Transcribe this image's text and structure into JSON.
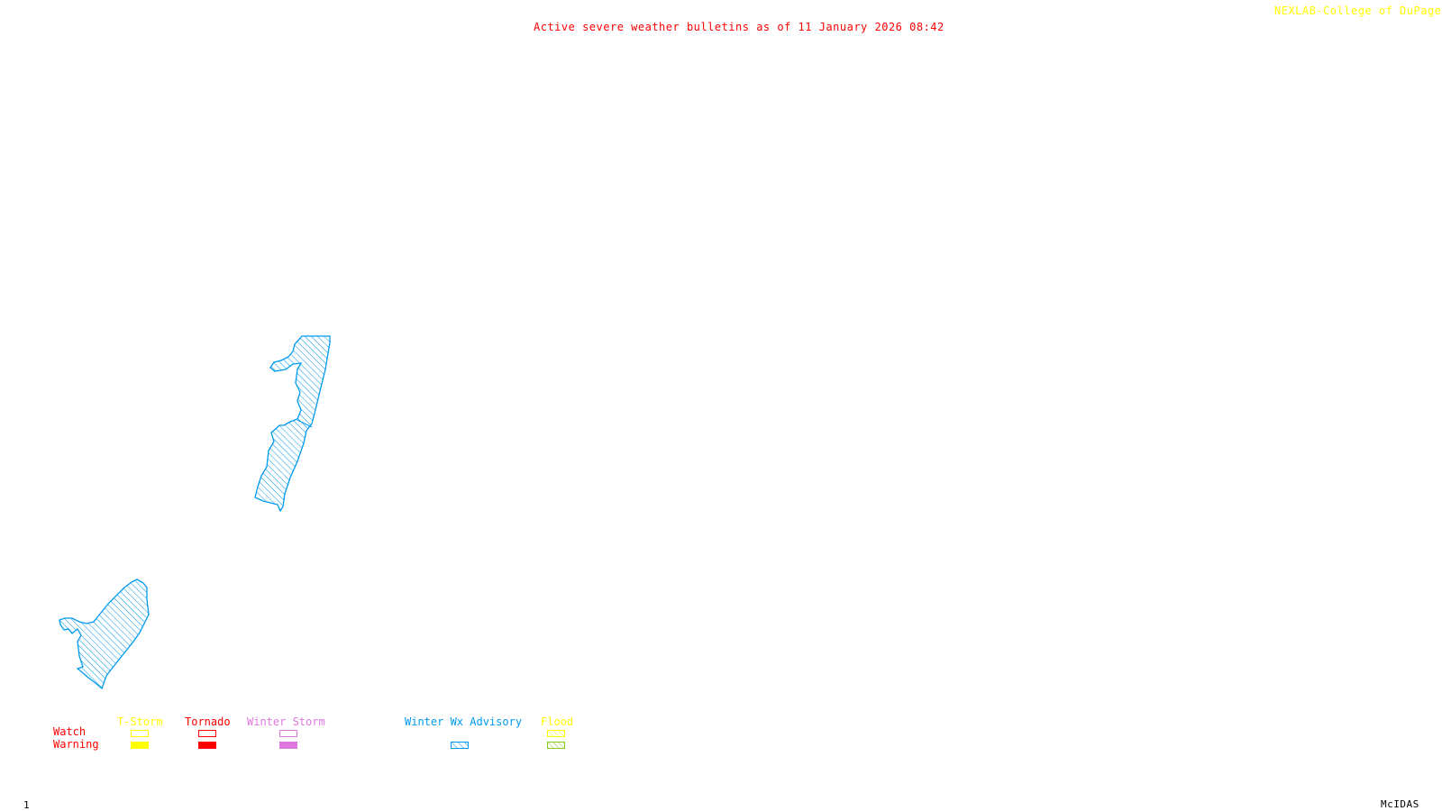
{
  "header": {
    "title": "Active severe weather bulletins as of 11 January 2026 08:42",
    "credit": "NEXLAB-College of DuPage",
    "credit_icon": "corner-logo-icon"
  },
  "footer": {
    "frame_number": "1",
    "software": "McIDAS"
  },
  "colors": {
    "title": "#ff0000",
    "credit": "#ffff00",
    "advisory_blue": "#0099ee",
    "tstorm": "#ffff00",
    "tornado": "#ff0000",
    "winter_storm": "#dd77dd",
    "flood_watch": "#ffff00",
    "flood_warning": "#88cc22",
    "footer_text": "#000000"
  },
  "map": {
    "areas": [
      {
        "name": "northern-advisory-area",
        "type": "Winter Wx Advisory"
      },
      {
        "name": "southern-advisory-area",
        "type": "Winter Wx Advisory"
      }
    ]
  },
  "legend": {
    "row_labels": {
      "watch": "Watch",
      "warning": "Warning"
    },
    "categories": [
      {
        "key": "tstorm",
        "label": "T-Storm",
        "watch": "outline",
        "warning": "solid"
      },
      {
        "key": "tornado",
        "label": "Tornado",
        "watch": "outline",
        "warning": "solid"
      },
      {
        "key": "winter_storm",
        "label": "Winter Storm",
        "watch": "outline",
        "warning": "solid"
      },
      {
        "key": "winter_wx_advisory",
        "label": "Winter Wx Advisory",
        "watch": "none",
        "warning": "hatched"
      },
      {
        "key": "flood",
        "label": "Flood",
        "watch": "hatched",
        "warning": "hatched"
      }
    ]
  }
}
